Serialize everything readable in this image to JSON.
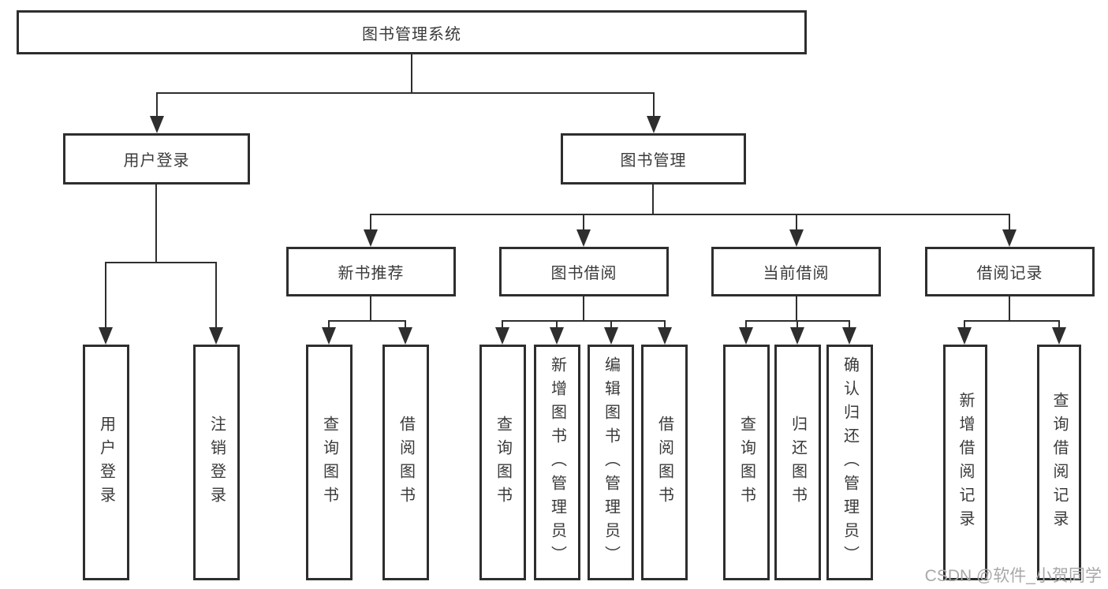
{
  "tree": {
    "root": {
      "label": "图书管理系统",
      "children": [
        {
          "label": "用户登录",
          "children": [
            {
              "label": "用户登录"
            },
            {
              "label": "注销登录"
            }
          ]
        },
        {
          "label": "图书管理",
          "children": [
            {
              "label": "新书推荐",
              "children": [
                {
                  "label": "查询图书"
                },
                {
                  "label": "借阅图书"
                }
              ]
            },
            {
              "label": "图书借阅",
              "children": [
                {
                  "label": "查询图书"
                },
                {
                  "label": "新增图书（管理员）"
                },
                {
                  "label": "编辑图书（管理员）"
                },
                {
                  "label": "借阅图书"
                }
              ]
            },
            {
              "label": "当前借阅",
              "children": [
                {
                  "label": "查询图书"
                },
                {
                  "label": "归还图书"
                },
                {
                  "label": "确认归还（管理员）"
                }
              ]
            },
            {
              "label": "借阅记录",
              "children": [
                {
                  "label": "新增借阅记录"
                },
                {
                  "label": "查询借阅记录"
                }
              ]
            }
          ]
        }
      ]
    }
  },
  "watermark": "CSDN @软件_小贺同学",
  "colors": {
    "line": "#2e2e2e",
    "box_border": "#2e2e2e",
    "text": "#3a3a3a",
    "watermark": "#a8a8a8",
    "background": "#ffffff"
  }
}
